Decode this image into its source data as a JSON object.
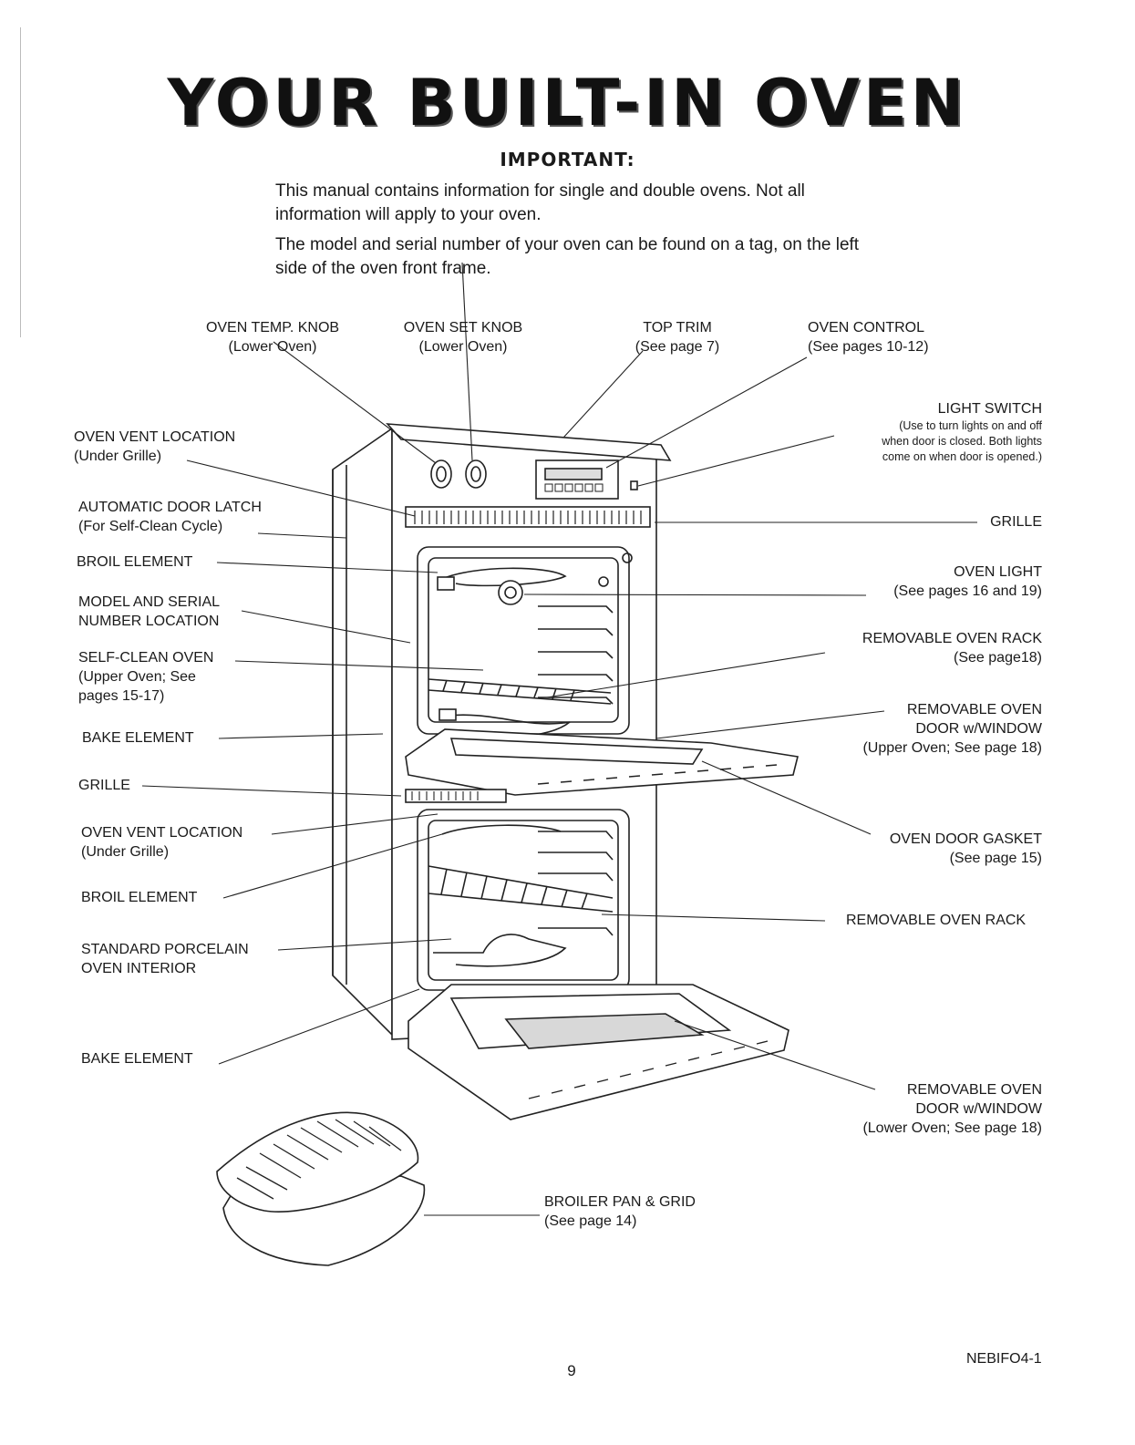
{
  "title": "YOUR BUILT-IN OVEN",
  "subtitle": "IMPORTANT:",
  "intro": [
    "This manual contains information for single and double ovens. Not all information will apply to your oven.",
    "The model and serial number of your oven can be found on a tag, on the left side of the oven front frame."
  ],
  "top_labels": [
    {
      "title": "OVEN TEMP. KNOB",
      "sub": "(Lower Oven)"
    },
    {
      "title": "OVEN SET KNOB",
      "sub": "(Lower Oven)"
    },
    {
      "title": "TOP TRIM",
      "sub": "(See page 7)"
    },
    {
      "title": "OVEN CONTROL",
      "sub": "(See pages 10-12)"
    }
  ],
  "left_labels": [
    {
      "title": "OVEN VENT LOCATION",
      "sub": "(Under Grille)"
    },
    {
      "title": "AUTOMATIC DOOR LATCH",
      "sub": "(For Self-Clean Cycle)"
    },
    {
      "title": "BROIL ELEMENT",
      "sub": ""
    },
    {
      "title": "MODEL AND SERIAL",
      "sub": "NUMBER LOCATION"
    },
    {
      "title": "SELF-CLEAN OVEN",
      "sub": "(Upper Oven; See",
      "sub2": "pages 15-17)"
    },
    {
      "title": "BAKE ELEMENT",
      "sub": ""
    },
    {
      "title": "GRILLE",
      "sub": ""
    },
    {
      "title": "OVEN VENT LOCATION",
      "sub": "(Under Grille)"
    },
    {
      "title": "BROIL ELEMENT",
      "sub": ""
    },
    {
      "title": "STANDARD PORCELAIN",
      "sub": "OVEN INTERIOR"
    },
    {
      "title": "BAKE ELEMENT",
      "sub": ""
    }
  ],
  "right_labels": [
    {
      "title": "LIGHT SWITCH",
      "sub": "(Use to turn lights on and off",
      "sub2": "when door is closed.  Both lights",
      "sub3": "come on when door is opened.)"
    },
    {
      "title": "GRILLE",
      "sub": ""
    },
    {
      "title": "OVEN LIGHT",
      "sub": "(See pages 16 and 19)"
    },
    {
      "title": "REMOVABLE OVEN RACK",
      "sub": "(See page18)"
    },
    {
      "title": "REMOVABLE OVEN",
      "sub": "DOOR  w/WINDOW",
      "sub2": "(Upper Oven; See page 18)"
    },
    {
      "title": "OVEN DOOR GASKET",
      "sub": "(See page 15)"
    },
    {
      "title": "REMOVABLE OVEN RACK",
      "sub": ""
    },
    {
      "title": "REMOVABLE OVEN",
      "sub": "DOOR w/WINDOW",
      "sub2": "(Lower Oven; See page 18)"
    }
  ],
  "bottom_label": {
    "title": "BROILER PAN & GRID",
    "sub": "(See page 14)"
  },
  "page_number": "9",
  "doc_code": "NEBIFO4-1"
}
